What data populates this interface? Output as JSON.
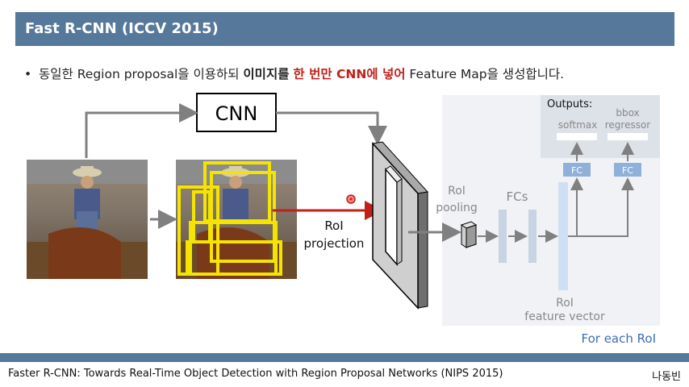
{
  "slide": {
    "title": "Fast R-CNN (ICCV 2015)",
    "bullet": {
      "dot": "•",
      "part1": "동일한 Region proposal을 이용하되 ",
      "bold1": "이미지를",
      "part2": " ",
      "red": "한 번만 CNN에 넣어",
      "part3": " Feature Map을 생성합니다."
    }
  },
  "diagram": {
    "cnn_label": "CNN",
    "roi_projection_line1": "RoI",
    "roi_projection_line2": "projection",
    "roi_pooling_line1": "RoI",
    "roi_pooling_line2": "pooling",
    "fcs_label": "FCs",
    "outputs_label": "Outputs:",
    "softmax_label": "softmax",
    "bbox_line1": "bbox",
    "bbox_line2": "regressor",
    "fc_left": "FC",
    "fc_right": "FC",
    "feature_vector_line1": "RoI",
    "feature_vector_line2": "feature vector",
    "for_each_roi": "For each RoI"
  },
  "footer": {
    "reference": "Faster R-CNN: Towards Real-Time Object Detection with Region Proposal Networks (NIPS 2015)",
    "author": "나동빈"
  },
  "colors": {
    "title_bar": "#56789a",
    "highlight_red": "#c0201a",
    "roi_box_yellow": "#f5e400",
    "arrow_gray": "#808080",
    "panel_bg": "#f0f2f5",
    "outputs_bg": "#dde1e8",
    "fc_box": "#8fb0d8",
    "for_each_blue": "#3a6eb5"
  }
}
